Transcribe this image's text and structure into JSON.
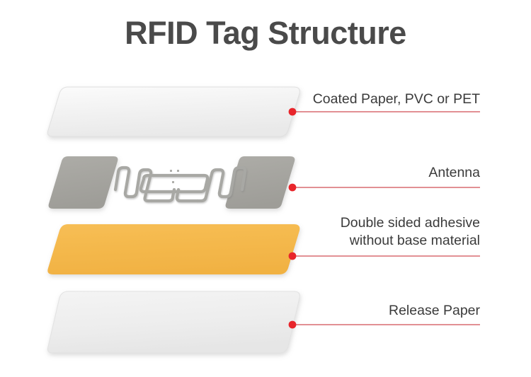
{
  "page": {
    "title": "RFID Tag Structure",
    "background_color": "#ffffff",
    "title_color": "#4a4a4a"
  },
  "colors": {
    "paper_light": "#f3f3f3",
    "paper_edge": "#e3e3e3",
    "antenna_pad": "#a6a5a0",
    "antenna_trace": "#a8a8a4",
    "adhesive_orange": "#f4b84a",
    "leader_red": "#c62128",
    "dot_red": "#e8252b",
    "label_text": "#3b3b3b"
  },
  "layers": [
    {
      "id": "coated-paper",
      "name": "Coated Paper / PVC / PET",
      "label": "Coated Paper,  PVC or PET",
      "label_lines": [
        "Coated Paper,  PVC or PET"
      ],
      "fill": "#f3f3f3",
      "order": 1
    },
    {
      "id": "antenna",
      "name": "Antenna",
      "label": "Antenna",
      "label_lines": [
        "Antenna"
      ],
      "fill": "#a6a5a0",
      "order": 2
    },
    {
      "id": "adhesive",
      "name": "Double sided adhesive",
      "label": "Double sided adhesive without base material",
      "label_lines": [
        "Double sided adhesive",
        "without base material"
      ],
      "fill": "#f4b84a",
      "order": 3
    },
    {
      "id": "release-paper",
      "name": "Release Paper",
      "label": "Release Paper",
      "label_lines": [
        "Release Paper"
      ],
      "fill": "#f0f0f0",
      "order": 4
    }
  ],
  "labels": {
    "coated_paper": "Coated Paper,  PVC or PET",
    "antenna": "Antenna",
    "adhesive_line1": "Double sided adhesive",
    "adhesive_line2": "without base material",
    "release_paper": "Release Paper"
  }
}
